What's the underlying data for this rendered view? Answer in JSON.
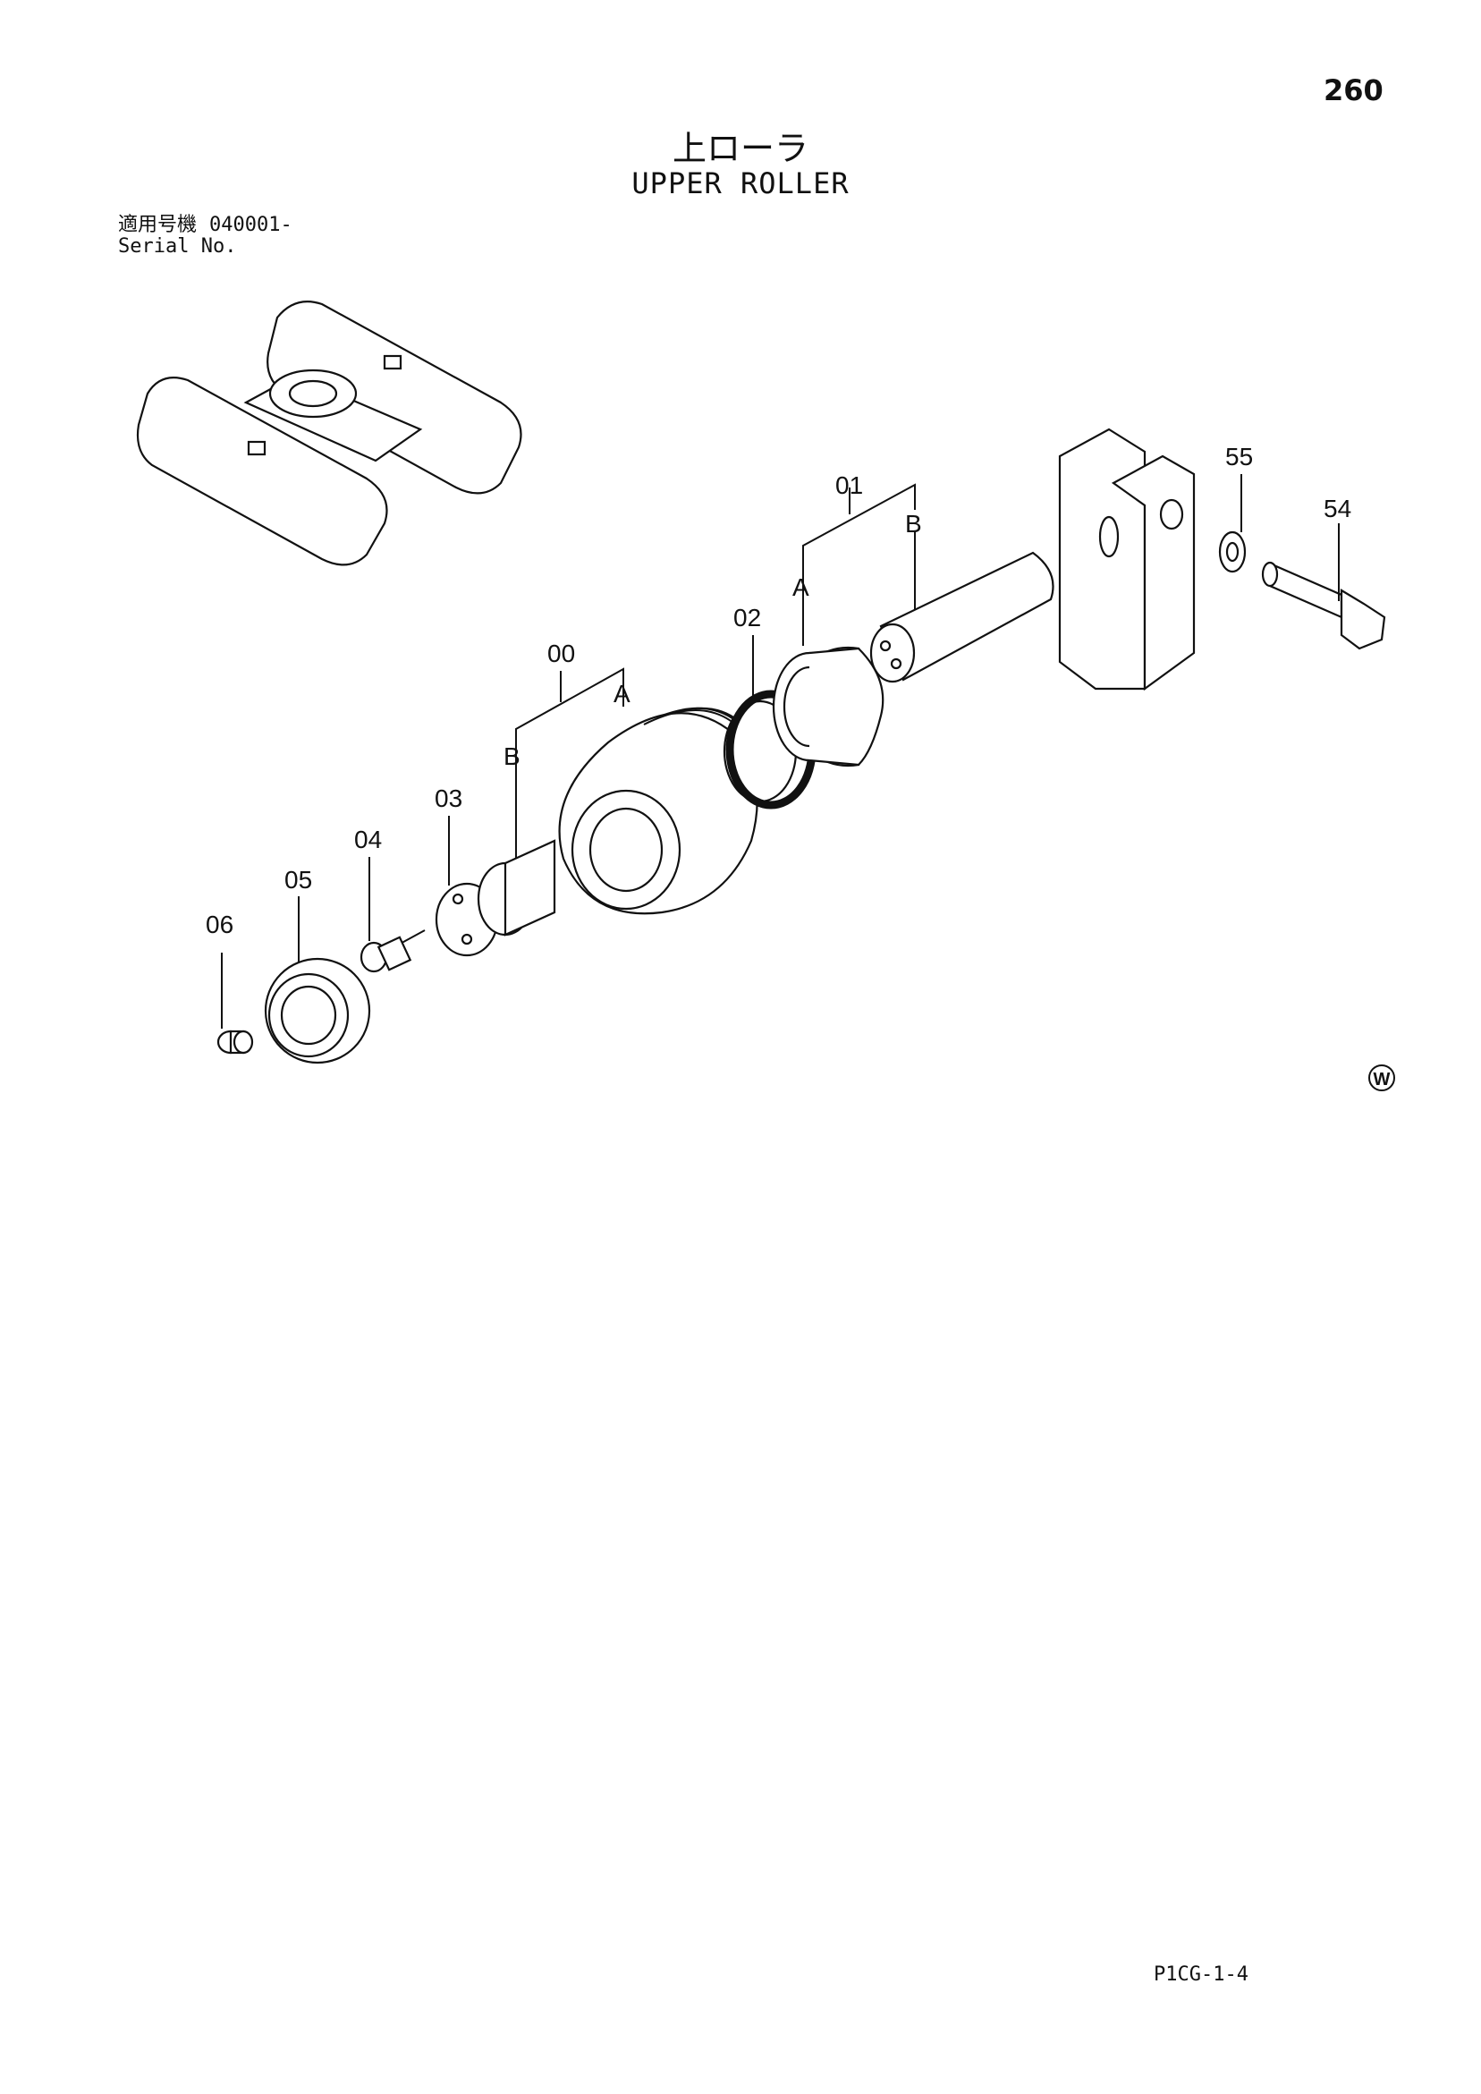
{
  "page_number": "260",
  "title": {
    "jp": "上ローラ",
    "en": "UPPER ROLLER"
  },
  "serial": {
    "label_jp": "適用号機",
    "value": "040001-",
    "label_en": "Serial No."
  },
  "callouts": {
    "c00": "00",
    "c01": "01",
    "c02": "02",
    "c03": "03",
    "c04": "04",
    "c05": "05",
    "c06": "06",
    "c54": "54",
    "c55": "55",
    "a00": "A",
    "b00": "B",
    "a01": "A",
    "b01": "B"
  },
  "w_mark": "W",
  "code_ref": "P1CG-1-4"
}
